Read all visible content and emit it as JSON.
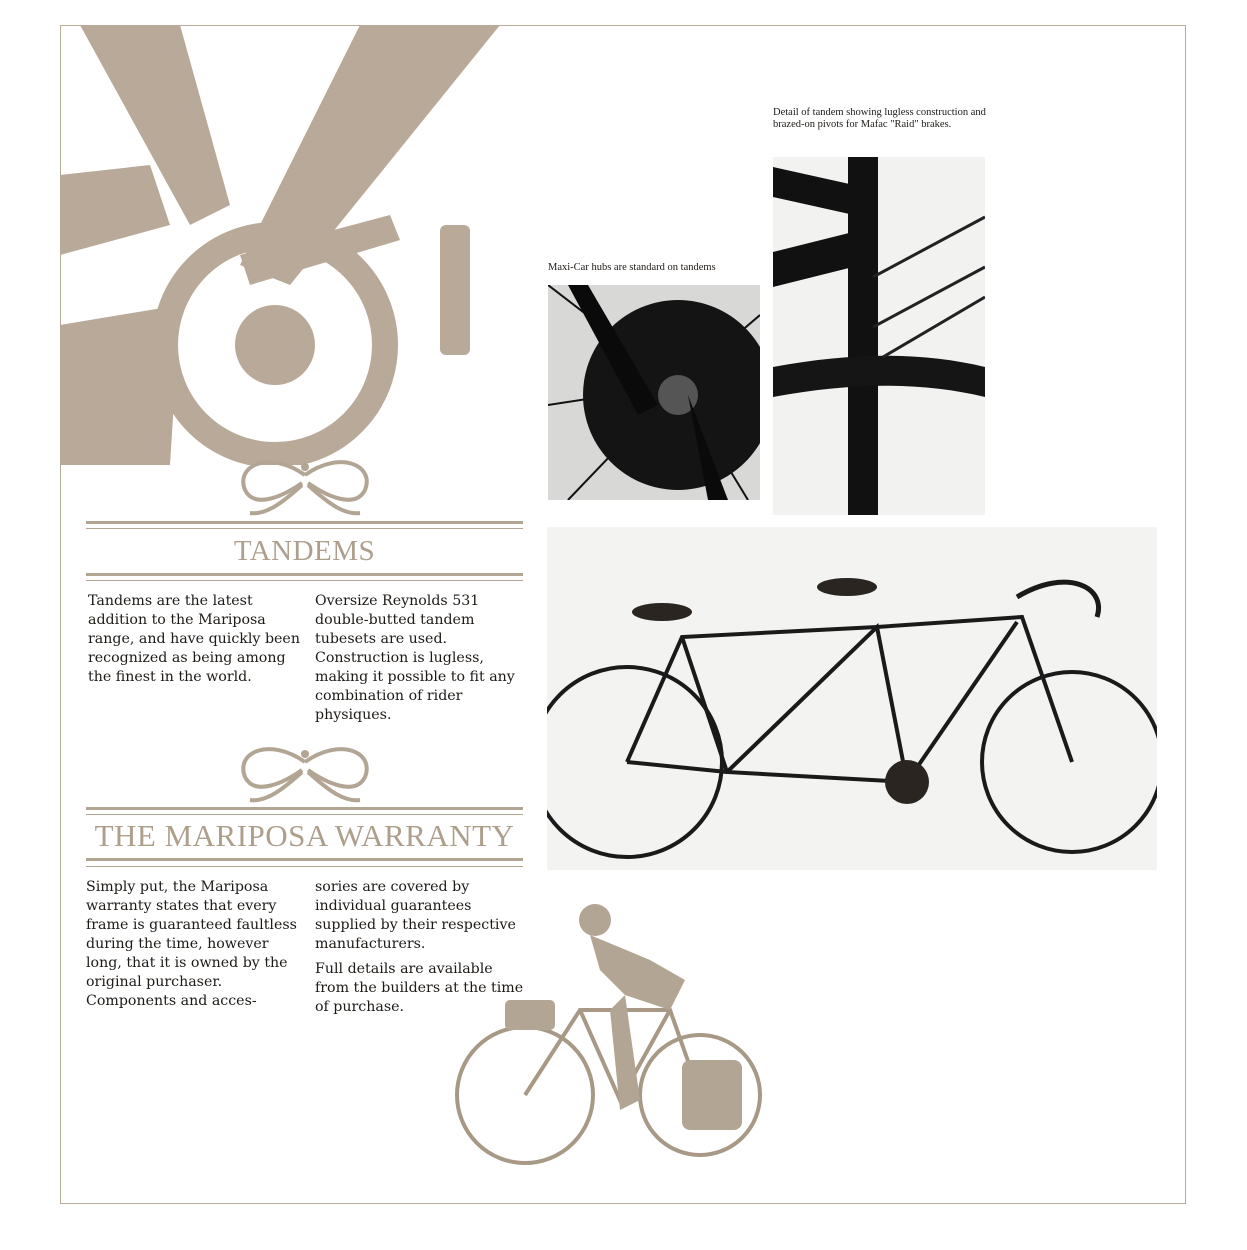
{
  "tandems": {
    "title": "TANDEMS",
    "col1": "Tandems are the latest addition to the Mariposa range, and have quickly been recognized as being among the finest in the world.",
    "col2": "Oversize Reynolds 531 double-butted tandem tubesets are used. Construction is lugless, making it possible to fit any combination of rider physiques."
  },
  "warranty": {
    "title": "THE MARIPOSA WARRANTY",
    "col1": "Simply put, the Mariposa warranty states that every frame is guaranteed faultless during the time, however long, that it is owned by the original purchaser. Components and acces-",
    "col2a": "sories are covered by individual guarantees supplied by their respective manufacturers.",
    "col2b": "Full details are available from the builders at the time of purchase."
  },
  "captions": {
    "hub": "Maxi-Car hubs are standard on tandems",
    "detail": "Detail of tandem showing lugless construction and brazed-on pivots for Mafac \"Raid\" brakes."
  },
  "colors": {
    "accent": "#b3a594",
    "frame": "#b9ab98"
  }
}
